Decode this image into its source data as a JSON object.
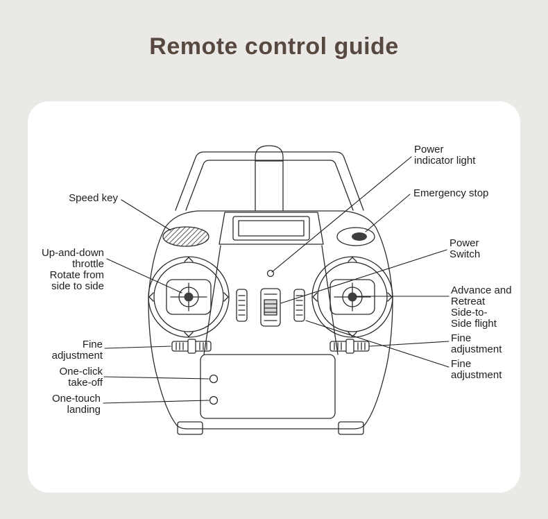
{
  "page": {
    "title": "Remote control guide",
    "background_color": "#eae9e6",
    "card_color": "#ffffff",
    "title_color": "#574840",
    "line_color": "#2b2b2b"
  },
  "labels": {
    "speed_key": {
      "lines": [
        "Speed key"
      ]
    },
    "throttle": {
      "lines": [
        "Up-and-down",
        "throttle",
        "Rotate from",
        "side to side"
      ]
    },
    "fine_adjustment_left": {
      "lines": [
        "Fine",
        "adjustment"
      ]
    },
    "one_click_take_off": {
      "lines": [
        "One-click",
        "take-off"
      ]
    },
    "one_touch_landing": {
      "lines": [
        "One-touch",
        "landing"
      ]
    },
    "power_indicator_light": {
      "lines": [
        "Power",
        "indicator light"
      ]
    },
    "emergency_stop": {
      "lines": [
        "Emergency stop"
      ]
    },
    "power_switch": {
      "lines": [
        "Power",
        "Switch"
      ]
    },
    "advance_retreat": {
      "lines": [
        "Advance and",
        "Retreat",
        "Side-to-",
        "Side flight"
      ]
    },
    "fine_adjustment_right_upper": {
      "lines": [
        "Fine",
        "adjustment"
      ]
    },
    "fine_adjustment_right_lower": {
      "lines": [
        "Fine",
        "adjustment"
      ]
    }
  }
}
